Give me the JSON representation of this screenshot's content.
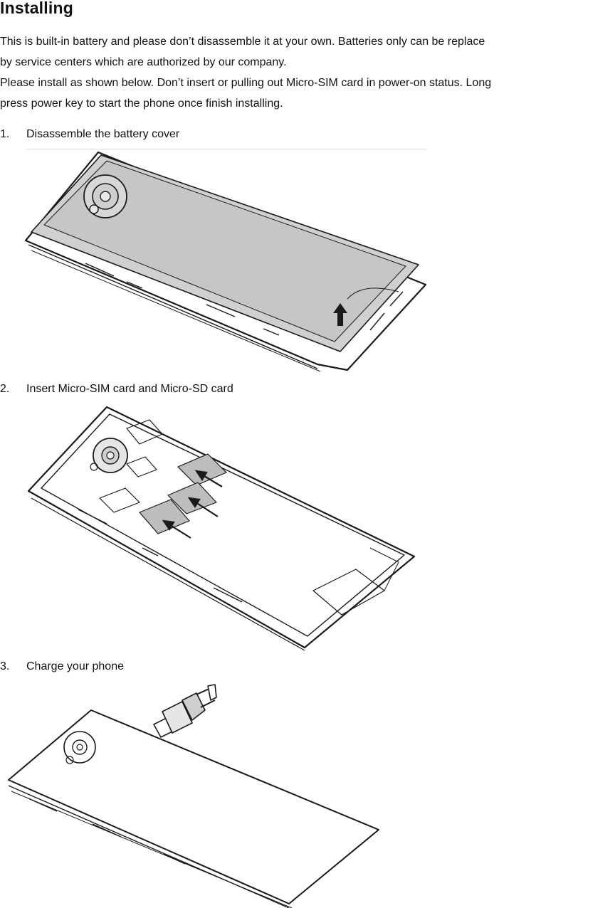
{
  "heading": "Installing",
  "paragraphs": [
    [
      "This is built-in battery and please don’t disassemble it at your own. Batteries only can be replace",
      "by service centers which are authorized by our company."
    ],
    [
      "Please install as shown below. Don’t insert or pulling out Micro-SIM card in power-on status. Long",
      "press power key to start the phone once finish installing."
    ]
  ],
  "steps": [
    {
      "number": "1.",
      "text": "Disassemble the battery cover"
    },
    {
      "number": "2.",
      "text": "Insert Micro-SIM card and Micro-SD card"
    },
    {
      "number": "3.",
      "text": "Charge your phone"
    }
  ],
  "illustrations": [
    {
      "icon": "phone-back-cover-removal-illustration"
    },
    {
      "icon": "sim-sd-card-insertion-illustration"
    },
    {
      "icon": "phone-charging-illustration"
    }
  ]
}
